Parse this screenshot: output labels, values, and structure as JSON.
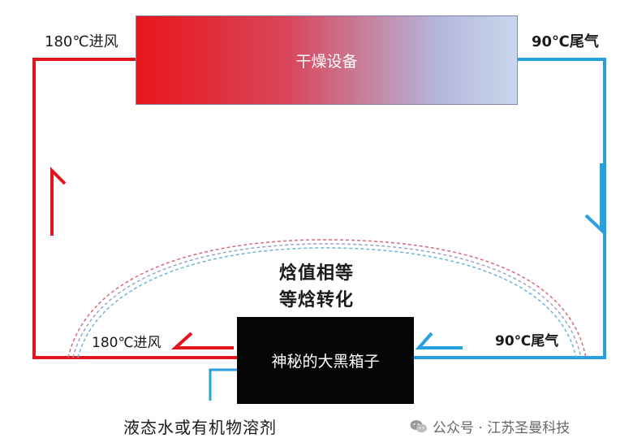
{
  "labels": {
    "top_left_inlet": "180℃进风",
    "top_right_exhaust": "90℃尾气",
    "dryer": "干燥设备",
    "center_line1": "焓值相等",
    "center_line2": "等焓转化",
    "bottom_left_inlet": "180℃进风",
    "bottom_right_exhaust": "90℃尾气",
    "black_box": "神秘的大黑箱子",
    "solvent": "液态水或有机物溶剂",
    "watermark": "公众号 · 江苏圣曼科技"
  },
  "colors": {
    "hot_line": "#e3151c",
    "cool_line": "#27a0e0",
    "dashed_hot": "#e06070",
    "dashed_cool": "#5fb3d6",
    "box_fill": "#050505"
  },
  "icons": {
    "watermark": "wechat-icon",
    "up_arrow": "up-arrow-icon",
    "down_arrow": "down-arrow-icon",
    "left_arrow": "left-arrow-icon"
  }
}
